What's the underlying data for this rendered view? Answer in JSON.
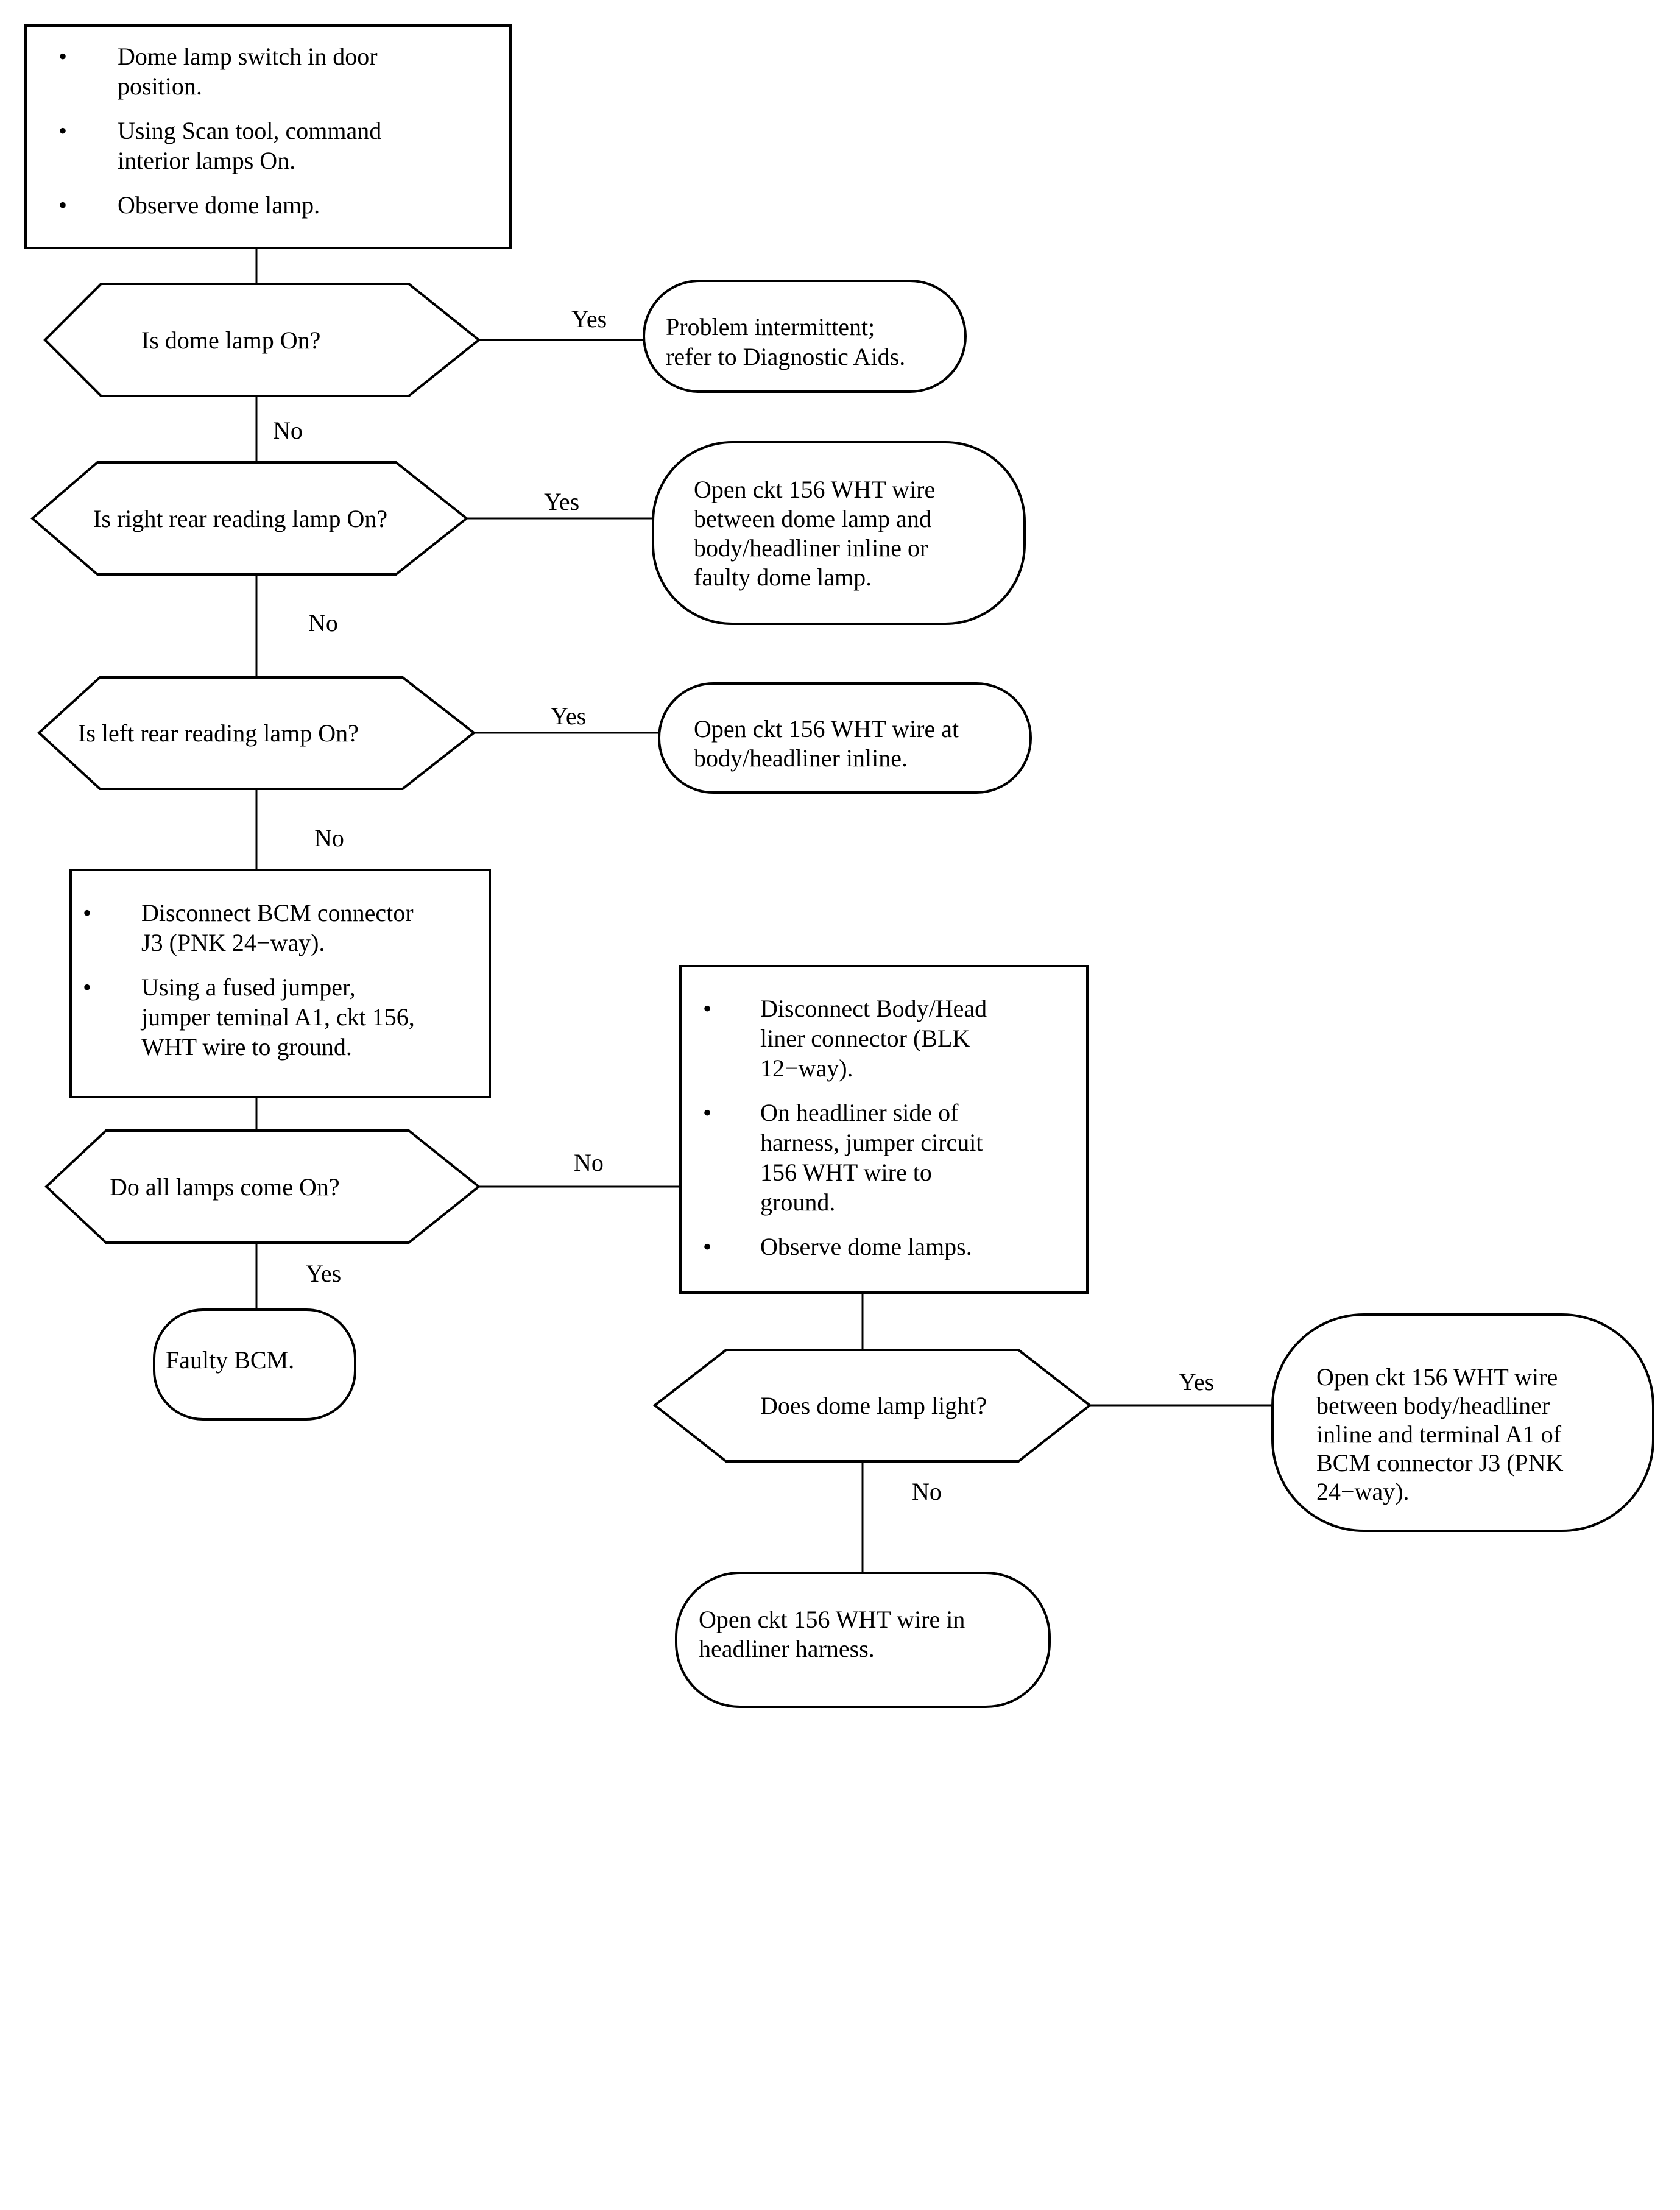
{
  "nodes": {
    "start_box": {
      "bullets": [
        [
          "Dome lamp switch in door",
          "position."
        ],
        [
          "Using Scan tool, command",
          "interior lamps On."
        ],
        [
          "Observe dome lamp."
        ]
      ]
    },
    "q1": {
      "lines": [
        "Is dome lamp On?"
      ]
    },
    "r1": {
      "lines": [
        "Problem intermittent;",
        "refer to Diagnostic Aids."
      ]
    },
    "q2": {
      "lines": [
        "Is right rear reading lamp On?"
      ]
    },
    "r2": {
      "lines": [
        "Open ckt 156 WHT wire",
        "between dome lamp and",
        "body/headliner inline or",
        "faulty dome lamp."
      ]
    },
    "q3": {
      "lines": [
        "Is left rear reading lamp On?"
      ]
    },
    "r3": {
      "lines": [
        "Open ckt 156 WHT wire at",
        "body/headliner inline."
      ]
    },
    "bcm_box": {
      "bullets": [
        [
          "Disconnect BCM connector",
          "J3 (PNK 24−way)."
        ],
        [
          "Using a fused jumper,",
          "jumper teminal A1, ckt 156,",
          "WHT wire to ground."
        ]
      ]
    },
    "q4": {
      "lines": [
        "Do all lamps come On?"
      ]
    },
    "r4": {
      "lines": [
        "Faulty BCM."
      ]
    },
    "headliner_box": {
      "bullets": [
        [
          "Disconnect Body/Head",
          "liner connector (BLK",
          "12−way)."
        ],
        [
          "On headliner side of",
          "harness, jumper circuit",
          "156 WHT wire to",
          "ground."
        ],
        [
          "Observe dome lamps."
        ]
      ]
    },
    "q5": {
      "lines": [
        "Does dome lamp light?"
      ]
    },
    "r5": {
      "lines": [
        "Open ckt 156 WHT wire",
        "between body/headliner",
        "inline and terminal A1 of",
        "BCM connector J3 (PNK",
        "24−way)."
      ]
    },
    "r6": {
      "lines": [
        "Open ckt 156 WHT wire in",
        "headliner harness."
      ]
    }
  },
  "edges": {
    "q1_yes": "Yes",
    "q1_no": "No",
    "q2_yes": "Yes",
    "q2_no": "No",
    "q3_yes": "Yes",
    "q3_no": "No",
    "q4_no": "No",
    "q4_yes": "Yes",
    "q5_yes": "Yes",
    "q5_no": "No"
  },
  "bullet_char": "•"
}
